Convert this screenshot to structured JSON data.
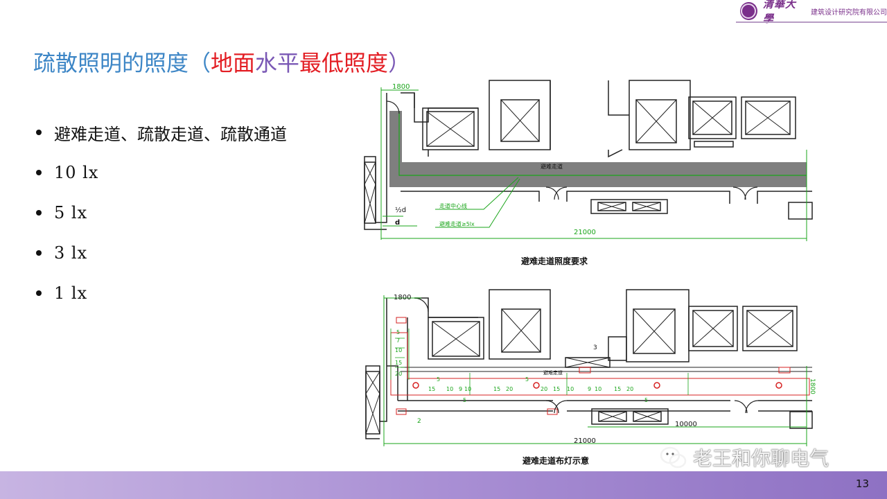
{
  "header": {
    "logo_script": "清華大學",
    "logo_sub": "建筑设计研究院有限公司"
  },
  "title": {
    "part1": "疏散照明的照度（",
    "part2": "地面",
    "part3": "水平",
    "part4": "最低照度",
    "part5": "）"
  },
  "bullets": [
    "避难走道、疏散走道、疏散通道",
    "10 lx",
    "5 lx",
    "3 lx",
    "1 lx"
  ],
  "drawing_top": {
    "dim_width": "1800",
    "dim_length": "21000",
    "corridor_label": "避难走道",
    "half_d": "½d",
    "d": "d",
    "note_center": "走道中心线",
    "note_lux": "避难走道≥5lx",
    "caption": "避难走道照度要求"
  },
  "drawing_bottom": {
    "dim_width": "1800",
    "dim_length": "21000",
    "dim_mid": "10000",
    "dim_side": "1800",
    "label_3": "3",
    "label_2": "2",
    "corridor_label": "避难走道",
    "contours_vertical": [
      "5",
      "7",
      "10",
      "15",
      "20"
    ],
    "contours_row": [
      "5",
      "15",
      "10",
      "9",
      "10",
      "15",
      "20",
      "5",
      "5",
      "20",
      "15",
      "10",
      "9",
      "10",
      "15",
      "20",
      "5"
    ],
    "caption": "避难走道布灯示意"
  },
  "watermark": "老王和你聊电气",
  "page_number": "13",
  "colors": {
    "title_blue": "#3d86c6",
    "title_red": "#e31e24",
    "title_purple": "#7a58b5",
    "footer_purple": "#a98fd4",
    "contour_green": "#1aa51a",
    "luminaire_red": "#d62020"
  }
}
